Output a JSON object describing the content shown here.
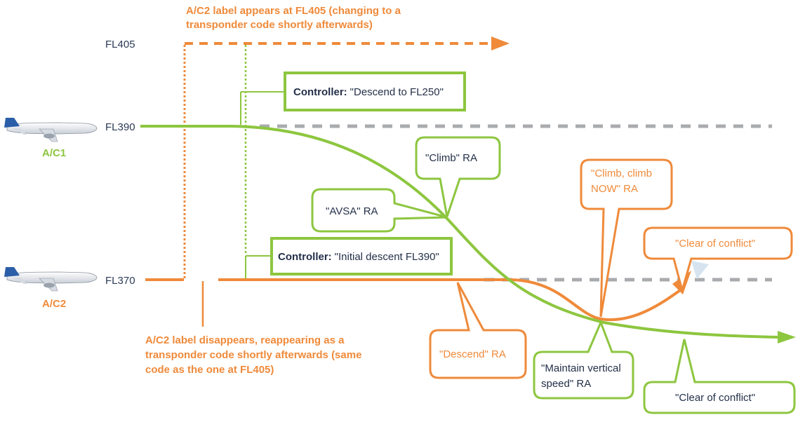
{
  "colors": {
    "green": "#8dc63f",
    "orange": "#ef8a3a",
    "grey": "#a9abae",
    "text_dark": "#243049",
    "aircraft_blue": "#2b5ea8"
  },
  "flight_levels": [
    "FL405",
    "FL390",
    "FL370"
  ],
  "aircraft": {
    "ac1": {
      "label": "A/C1",
      "color": "green"
    },
    "ac2": {
      "label": "A/C2",
      "color": "orange"
    }
  },
  "notes": {
    "top": [
      "A/C2 label appears at FL405 (changing to a",
      "transponder code shortly afterwards)"
    ],
    "bottom": [
      "A/C2 label disappears, reappearing as a",
      "transponder code shortly afterwards (same",
      "code as the one at FL405)"
    ]
  },
  "controller_boxes": [
    {
      "prefix": "Controller:",
      "text": "\"Descend to FL250\""
    },
    {
      "prefix": "Controller:",
      "text": "\"Initial descent FL390\""
    }
  ],
  "callouts": {
    "climb": [
      "\"Climb\" RA"
    ],
    "avsa": [
      "\"AVSA\" RA"
    ],
    "climb_now": [
      "\"Climb, climb",
      "NOW\" RA"
    ],
    "clear_orange": [
      "\"Clear of conflict\""
    ],
    "descend": [
      "\"Descend\" RA"
    ],
    "maintain": [
      "\"Maintain vertical",
      "speed\" RA"
    ],
    "clear_green": [
      "\"Clear of conflict\""
    ]
  }
}
